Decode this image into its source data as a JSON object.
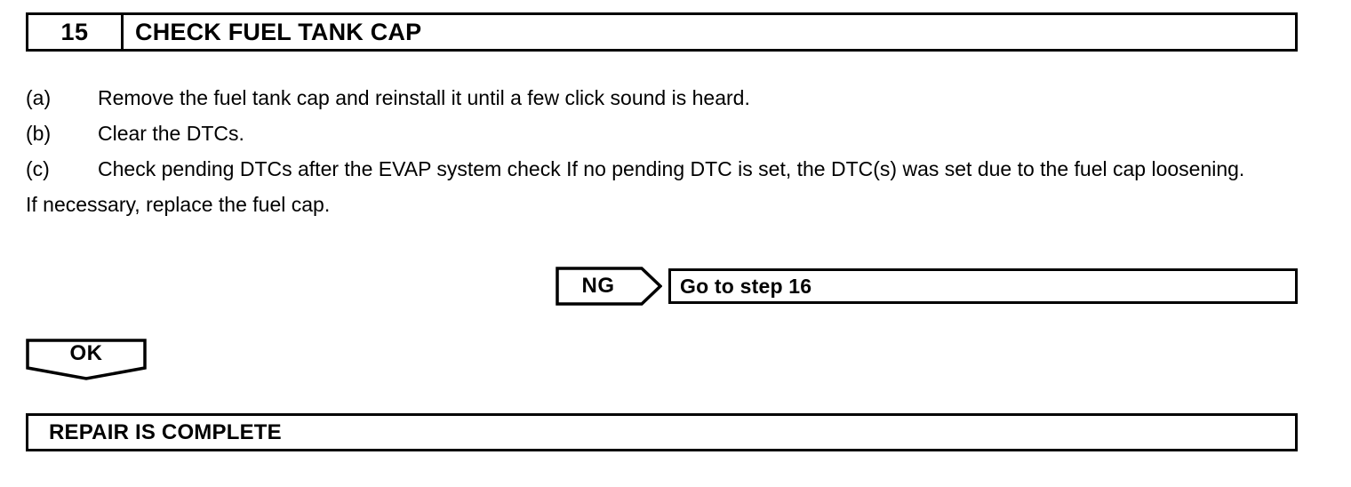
{
  "step_header": {
    "number": "15",
    "title": "CHECK FUEL TANK CAP"
  },
  "procedure": {
    "items": [
      {
        "label": "(a)",
        "text": "Remove the fuel tank cap and reinstall it until a few click sound is heard."
      },
      {
        "label": "(b)",
        "text": "Clear the DTCs."
      },
      {
        "label": "(c)",
        "text": "Check pending DTCs after the EVAP system check If no pending DTC is set, the DTC(s) was set due to the fuel cap loosening."
      }
    ],
    "note": "If necessary, replace the fuel cap."
  },
  "ng_branch": {
    "flag_label": "NG",
    "target_label": "Go to step 16"
  },
  "ok_branch": {
    "flag_label": "OK"
  },
  "result": {
    "label": "REPAIR IS COMPLETE"
  },
  "colors": {
    "ink": "#000000",
    "paper": "#ffffff"
  }
}
